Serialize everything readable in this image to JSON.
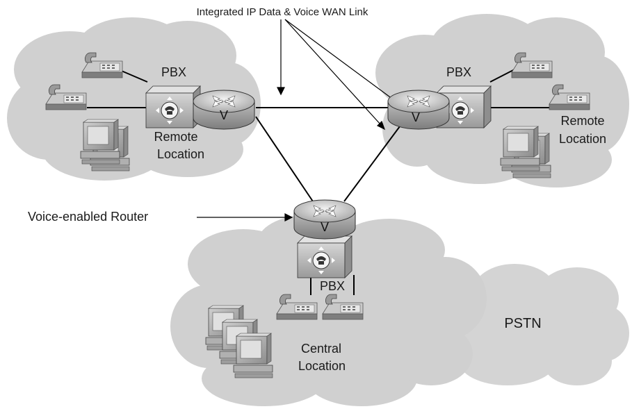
{
  "callouts": {
    "wan_link": "Integrated IP Data & Voice WAN Link",
    "voice_router": "Voice-enabled Router"
  },
  "sites": {
    "left": {
      "pbx": "PBX",
      "location_line1": "Remote",
      "location_line2": "Location",
      "router_mark": "V"
    },
    "right": {
      "pbx": "PBX",
      "location_line1": "Remote",
      "location_line2": "Location",
      "router_mark": "V"
    },
    "central": {
      "pbx": "PBX",
      "location_line1": "Central",
      "location_line2": "Location",
      "router_mark": "V"
    }
  },
  "pstn": {
    "label": "PSTN"
  },
  "colors": {
    "cloud": "#d0d0d0",
    "pbx_front": "#b5b5b5",
    "router_top": "#d8d8d8",
    "line": "#000000"
  },
  "icons": [
    "cloud",
    "router-icon",
    "pbx-icon",
    "phone-icon",
    "computer-icon"
  ]
}
